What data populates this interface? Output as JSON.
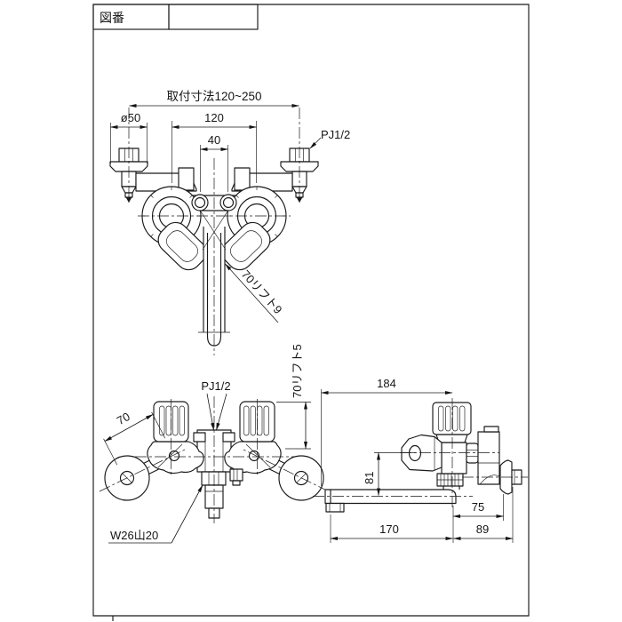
{
  "page": {
    "background": "#ffffff",
    "line_color": "#1a1a1a"
  },
  "title_block": {
    "label": "図番",
    "value": ""
  },
  "front_view": {
    "dim_mounting": "取付寸法120~250",
    "dim_flange_diameter": "ø50",
    "dim_handle_pitch": "120",
    "dim_outlet_pitch": "40",
    "thread_label": "PJ1/2",
    "handle_label": "70リフト9",
    "knob_label": "70リフト5"
  },
  "bottom_view": {
    "thread_label": "PJ1/2",
    "dim_leg_length": "70",
    "thread_shower": "W26山20"
  },
  "side_view": {
    "dim_overall_width": "184",
    "dim_spout_height": "81",
    "dim_wall_to_face": "75",
    "dim_spout_reach": "170",
    "dim_wall_depth": "89"
  }
}
